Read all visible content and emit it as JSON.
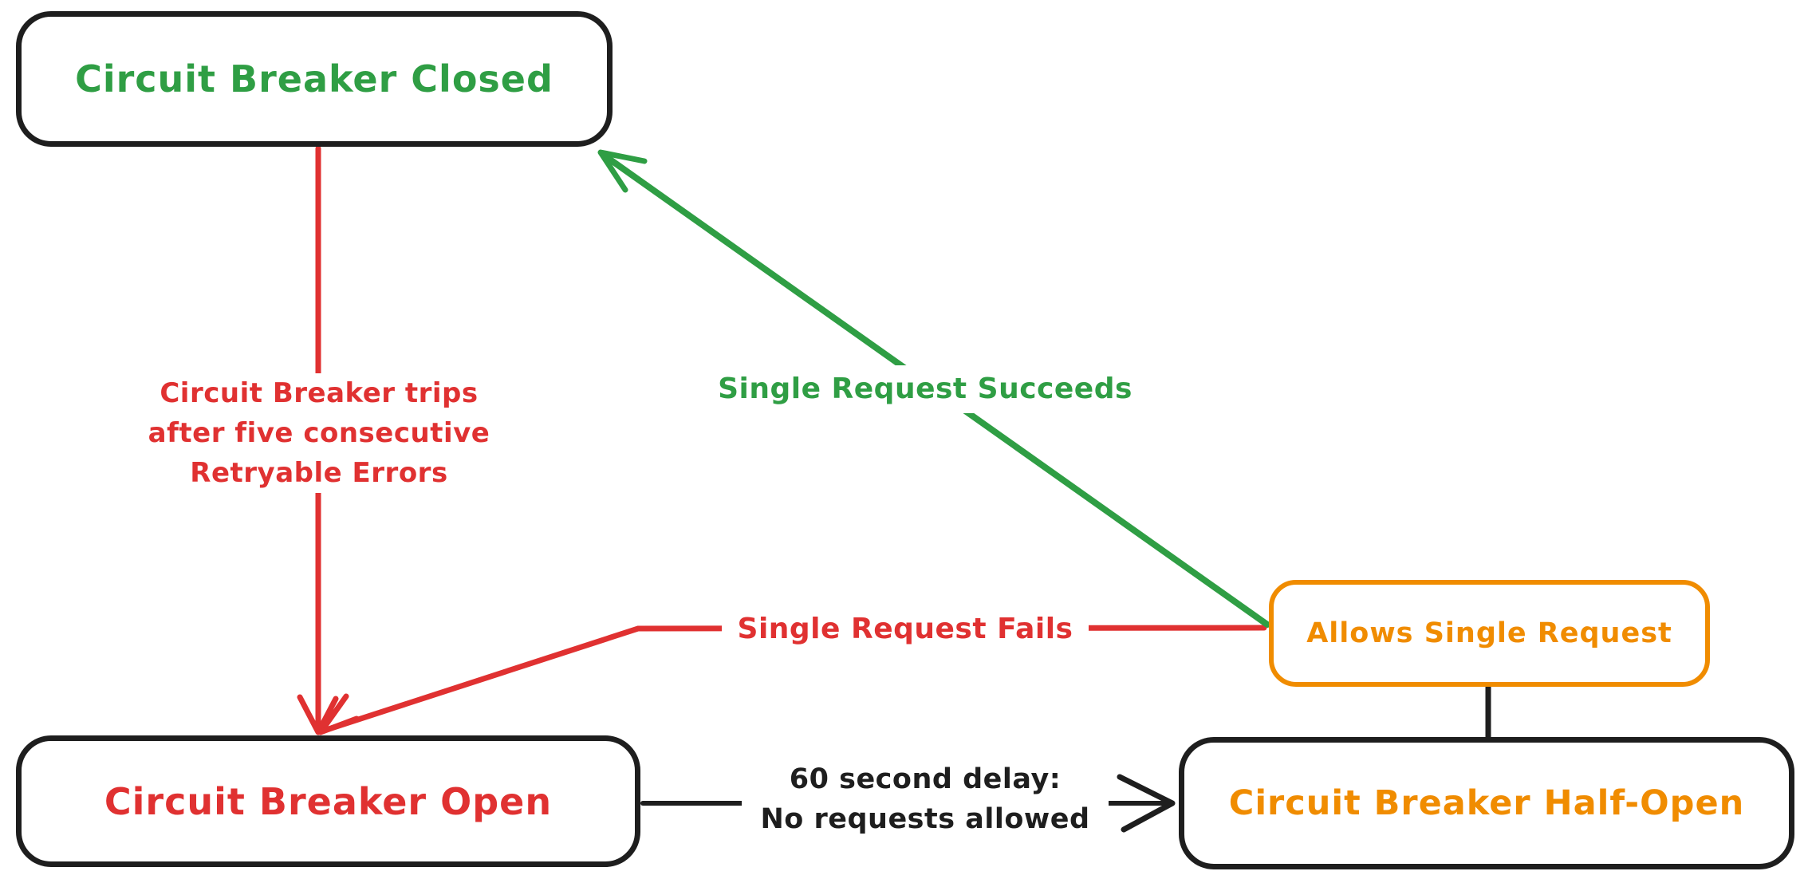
{
  "diagram": {
    "type": "state-diagram",
    "subject": "Circuit Breaker states",
    "colors": {
      "green": "#2f9e44",
      "red": "#e03131",
      "orange": "#f08c00",
      "black": "#1e1e1e",
      "background": "#ffffff"
    },
    "nodes": {
      "closed": {
        "label": "Circuit Breaker Closed",
        "text_color": "#2f9e44",
        "border_color": "#1e1e1e"
      },
      "open": {
        "label": "Circuit Breaker Open",
        "text_color": "#e03131",
        "border_color": "#1e1e1e"
      },
      "half_open": {
        "label": "Circuit Breaker Half-Open",
        "text_color": "#f08c00",
        "border_color": "#1e1e1e"
      },
      "allows": {
        "label": "Allows Single Request",
        "text_color": "#f08c00",
        "border_color": "#f08c00"
      }
    },
    "edges": {
      "trip": {
        "from": "closed",
        "to": "open",
        "color": "#e03131",
        "label_line1": "Circuit Breaker trips",
        "label_line2": "after five consecutive",
        "label_line3": "Retryable Errors"
      },
      "succeeds": {
        "from": "allows",
        "to": "closed",
        "color": "#2f9e44",
        "label": "Single Request Succeeds"
      },
      "fails": {
        "from": "allows",
        "to": "open",
        "color": "#e03131",
        "label": "Single Request Fails"
      },
      "delay": {
        "from": "open",
        "to": "half_open",
        "color": "#1e1e1e",
        "label_line1": "60 second delay:",
        "label_line2": "No requests allowed"
      },
      "connector": {
        "from": "allows",
        "to": "half_open",
        "color": "#1e1e1e"
      }
    }
  }
}
